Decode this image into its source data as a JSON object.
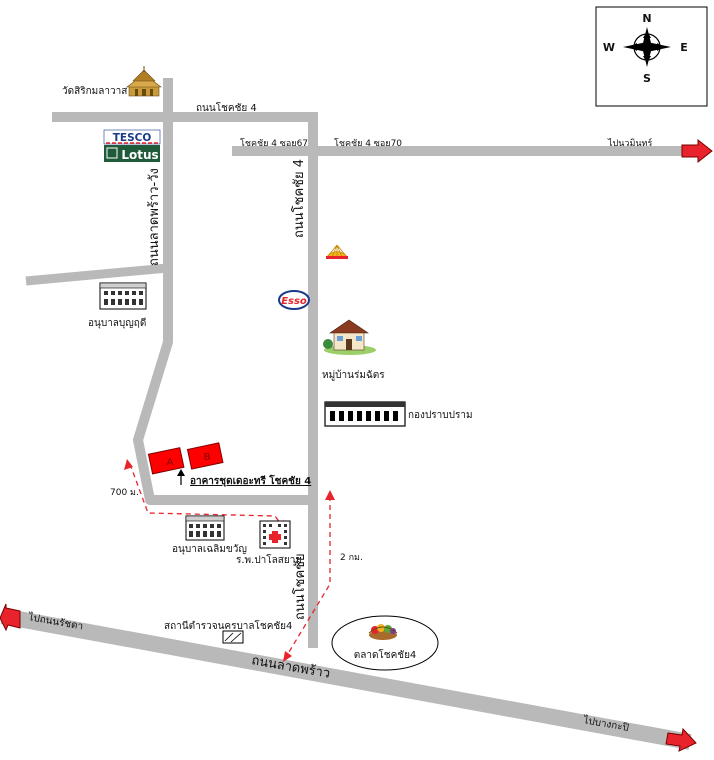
{
  "compass": {
    "north": "N",
    "south": "S",
    "east": "E",
    "west": "W"
  },
  "roads": {
    "chokchai4_top": "ถนนโชคชัย 4",
    "soi67": "โชคชัย 4 ซอย67",
    "soi70": "โชคชัย 4 ซอย70",
    "chokchai4_vertical": "ถนนโชคชัย 4",
    "chokchai4_lower": "ถนนโชคชัย",
    "ladprao_wang": "ถนนลาดพร้าว-วัง",
    "ladprao": "ถนนลาดพร้าว",
    "to_nawamin": "ไปนวมินทร์",
    "to_ratchada": "ไปถนนรัชดา",
    "to_bangkapi": "ไปบางกะปิ"
  },
  "places": {
    "temple": "วัดสิริกมลาวาส",
    "tesco_top": "TESCO",
    "tesco_bottom": "Lotus",
    "esso": "Esso",
    "kindergarten1": "อนุบาลบุญฤดี",
    "village": "หมู่บ้านร่มฉัตร",
    "suppression": "กองปราบปราม",
    "target": "อาคารชุดเดอะทรี โชคชัย 4",
    "building_a": "A",
    "building_b": "B",
    "kindergarten2": "อนุบาลเฉลิมขวัญ",
    "hospital": "ร.พ.ปาโลสยาม",
    "police": "สถานีตำรวจนครบาลโชคชัย4",
    "market": "ตลาดโชคชัย4"
  },
  "distances": {
    "d700": "700 ม.",
    "d2km": "2 กม."
  },
  "colors": {
    "road": "#b9b9b9",
    "arrow": "#e8232b",
    "route": "#e8232b",
    "tesco_blue": "#1a3a8a",
    "lotus_green": "#1f5a3a"
  },
  "icons": [
    "compass-rose-icon",
    "temple-icon",
    "tesco-lotus-logo",
    "esso-logo",
    "shell-logo",
    "building-icon",
    "house-icon",
    "hospital-icon",
    "market-basket-icon"
  ]
}
